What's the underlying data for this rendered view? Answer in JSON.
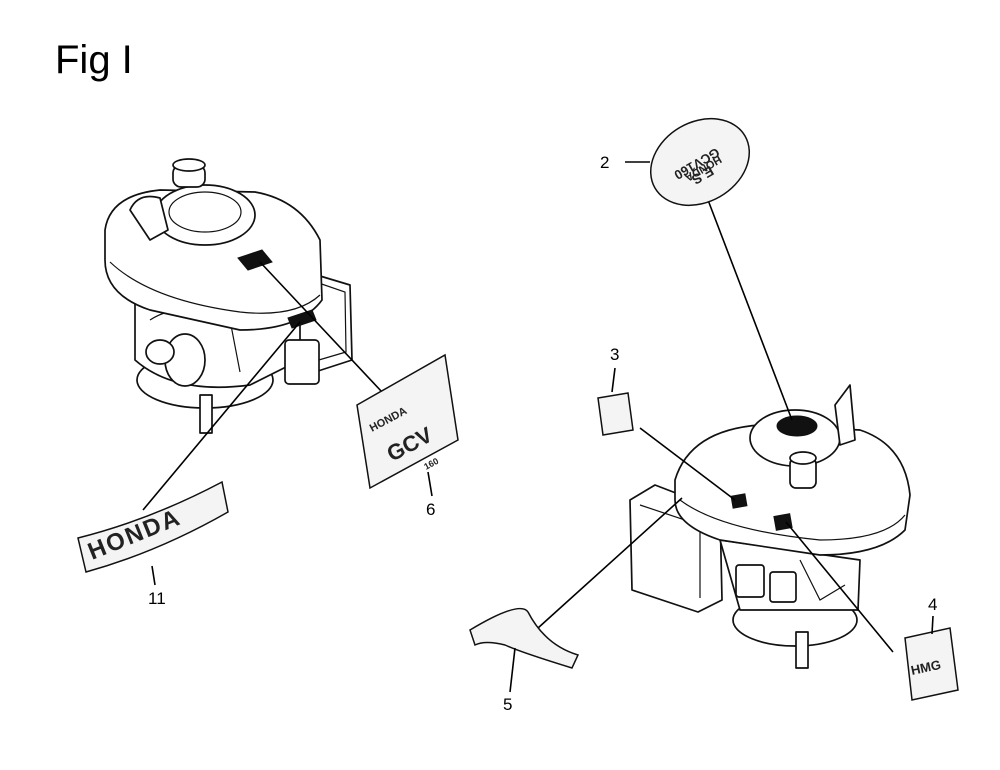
{
  "figure": {
    "title": "Fig I"
  },
  "callouts": {
    "c2": "2",
    "c3": "3",
    "c4": "4",
    "c5": "5",
    "c6": "6",
    "c11": "11"
  },
  "decal_text": {
    "honda_strip": "HONDA",
    "honda_small": "HONDA",
    "gcv": "GCV",
    "gcv_num": "160",
    "hmg": "HMG",
    "oval_top": "HONDA",
    "oval_mid": "GCV160",
    "oval_bot": "E S"
  }
}
